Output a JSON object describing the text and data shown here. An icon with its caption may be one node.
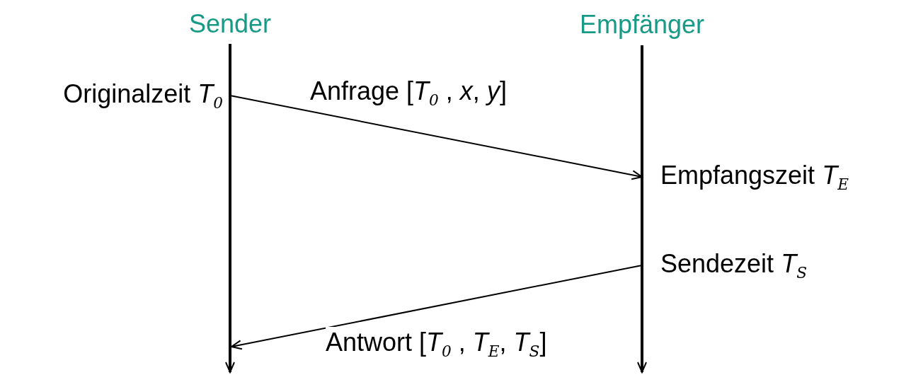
{
  "diagram": {
    "nodes": [
      {
        "text": [
          "Sender"
        ]
      },
      {
        "text": [
          "Empfänger"
        ]
      },
      {
        "text": [
          "Originalzeit *T*$_{0}$"
        ]
      },
      {
        "text": [
          "Empfangszeit *T*$_{E}$"
        ]
      },
      {
        "text": [
          "Sendezeit *T*$_{S}$"
        ]
      }
    ],
    "edges": [
      {
        "from": 0,
        "to": null,
        "arrow": "to",
        "style": "thick"
      },
      {
        "from": 1,
        "to": null,
        "arrow": "to",
        "style": "thick"
      },
      {
        "from": 2,
        "to": 3,
        "arrow": "to",
        "label": "Anfrage [*T*$_{0}$ , *x*, *y*]"
      },
      {
        "from": 4,
        "to": null,
        "arrow": "to",
        "label": "Antwort [*T*$_{0}$ , *T*$_{E}$, *T*$_{S}$]"
      }
    ]
  }
}
